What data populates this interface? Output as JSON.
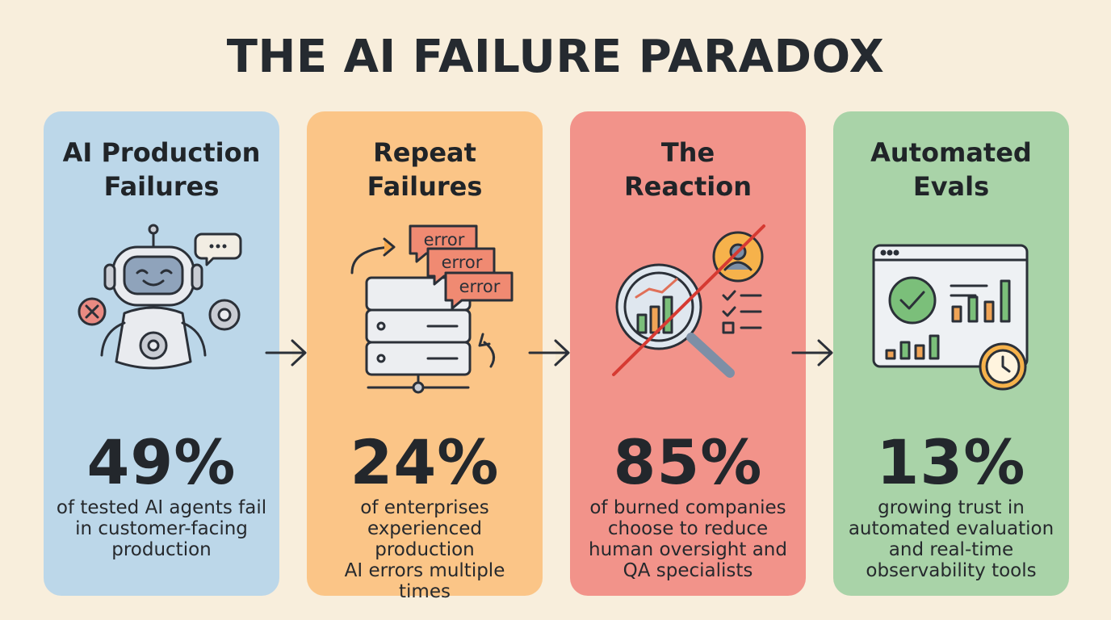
{
  "title": "THE AI FAILURE PARADOX",
  "cards": [
    {
      "heading": [
        "AI Production",
        "Failures"
      ],
      "stat": "49%",
      "description": [
        "of tested AI agents fail",
        "in customer-facing",
        "production"
      ],
      "color": "#bcd7e9",
      "icon": "robot-icon"
    },
    {
      "heading": [
        "Repeat",
        "Failures"
      ],
      "stat": "24%",
      "description": [
        "of enterprises",
        "experienced production",
        "AI errors multiple times"
      ],
      "color": "#fbc587",
      "icon": "server-errors-icon",
      "error_labels": [
        "error",
        "error",
        "error"
      ]
    },
    {
      "heading": [
        "The",
        "Reaction"
      ],
      "stat": "85%",
      "description": [
        "of burned companies",
        "choose to reduce",
        "human oversight and",
        "QA specialists"
      ],
      "color": "#f2938a",
      "icon": "crossed-out-magnifier-icon"
    },
    {
      "heading": [
        "Automated",
        "Evals"
      ],
      "stat": "13%",
      "description": [
        "growing trust in",
        "automated evaluation",
        "and real-time",
        "observability tools"
      ],
      "color": "#a9d3a8",
      "icon": "dashboard-icon"
    }
  ],
  "connector_icon": "arrow-right-icon"
}
